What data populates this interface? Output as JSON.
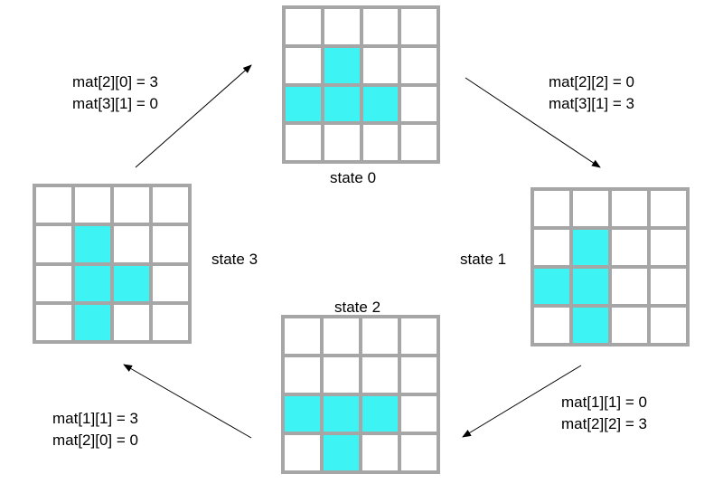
{
  "colors": {
    "filled": "#3ef3f3",
    "grid": "#a6a6a6",
    "empty": "#ffffff"
  },
  "states": [
    {
      "label": "state 0",
      "cells": [
        [
          0,
          0,
          0,
          0
        ],
        [
          0,
          1,
          0,
          0
        ],
        [
          1,
          1,
          1,
          0
        ],
        [
          0,
          0,
          0,
          0
        ]
      ]
    },
    {
      "label": "state 1",
      "cells": [
        [
          0,
          0,
          0,
          0
        ],
        [
          0,
          1,
          0,
          0
        ],
        [
          1,
          1,
          0,
          0
        ],
        [
          0,
          1,
          0,
          0
        ]
      ]
    },
    {
      "label": "state 2",
      "cells": [
        [
          0,
          0,
          0,
          0
        ],
        [
          0,
          0,
          0,
          0
        ],
        [
          1,
          1,
          1,
          0
        ],
        [
          0,
          1,
          0,
          0
        ]
      ]
    },
    {
      "label": "state 3",
      "cells": [
        [
          0,
          0,
          0,
          0
        ],
        [
          0,
          1,
          0,
          0
        ],
        [
          0,
          1,
          1,
          0
        ],
        [
          0,
          1,
          0,
          0
        ]
      ]
    }
  ],
  "transitions": [
    {
      "lines": [
        "mat[2][2] = 0",
        "mat[3][1] = 3"
      ]
    },
    {
      "lines": [
        "mat[1][1] = 0",
        "mat[2][2] = 3"
      ]
    },
    {
      "lines": [
        "mat[1][1] = 3",
        "mat[2][0] = 0"
      ]
    },
    {
      "lines": [
        "mat[2][0] = 3",
        "mat[3][1] = 0"
      ]
    }
  ]
}
